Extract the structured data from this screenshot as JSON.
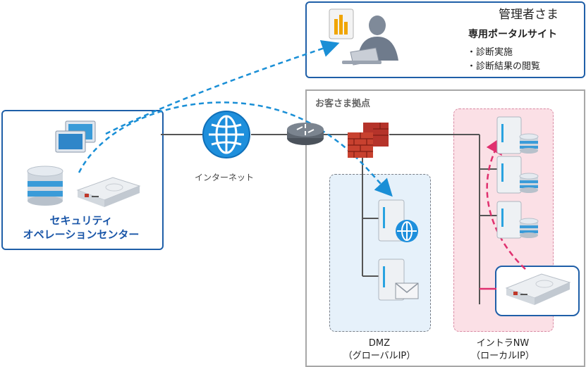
{
  "admin": {
    "title": "管理者さま",
    "portal": "専用ポータルサイト",
    "items": [
      "・診断実施",
      "・診断結果の閲覧"
    ]
  },
  "soc": {
    "line1": "セキュリティ",
    "line2": "オペレーションセンター"
  },
  "internet_label": "インターネット",
  "customer_site": {
    "title": "お客さま拠点"
  },
  "dmz": {
    "line1": "DMZ",
    "line2": "（グローバルIP）"
  },
  "intranet": {
    "line1": "イントラNW",
    "line2": "（ローカルIP）"
  },
  "colors": {
    "accent_blue": "#1f5fa8",
    "dashed_blue": "#1a8fd6",
    "dashed_pink": "#e0306f"
  }
}
